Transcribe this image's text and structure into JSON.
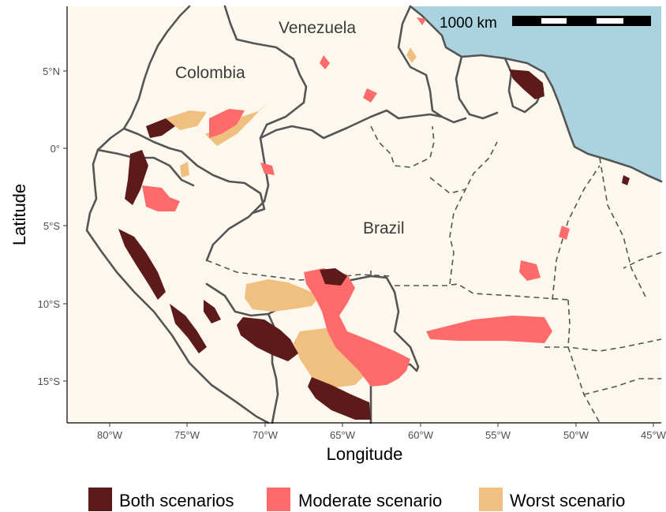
{
  "axes": {
    "x_title": "Longitude",
    "y_title": "Latitude",
    "x_ticks": [
      "80°W",
      "75°W",
      "70°W",
      "65°W",
      "60°W",
      "55°W",
      "50°W",
      "45°W"
    ],
    "y_ticks": [
      "5°N",
      "0°",
      "5°S",
      "10°S",
      "15°S"
    ]
  },
  "places": {
    "venezuela": "Venezuela",
    "colombia": "Colombia",
    "brazil": "Brazil"
  },
  "scale_bar": {
    "label": "1000 km"
  },
  "legend": {
    "items": [
      {
        "label": "Both scenarios",
        "color": "#5c1a1a"
      },
      {
        "label": "Moderate scenario",
        "color": "#ff6b6b"
      },
      {
        "label": "Worst scenario",
        "color": "#f0c080"
      }
    ]
  },
  "colors": {
    "ocean": "#aad3df",
    "land": "#fdf8ee",
    "border": "#555555"
  }
}
